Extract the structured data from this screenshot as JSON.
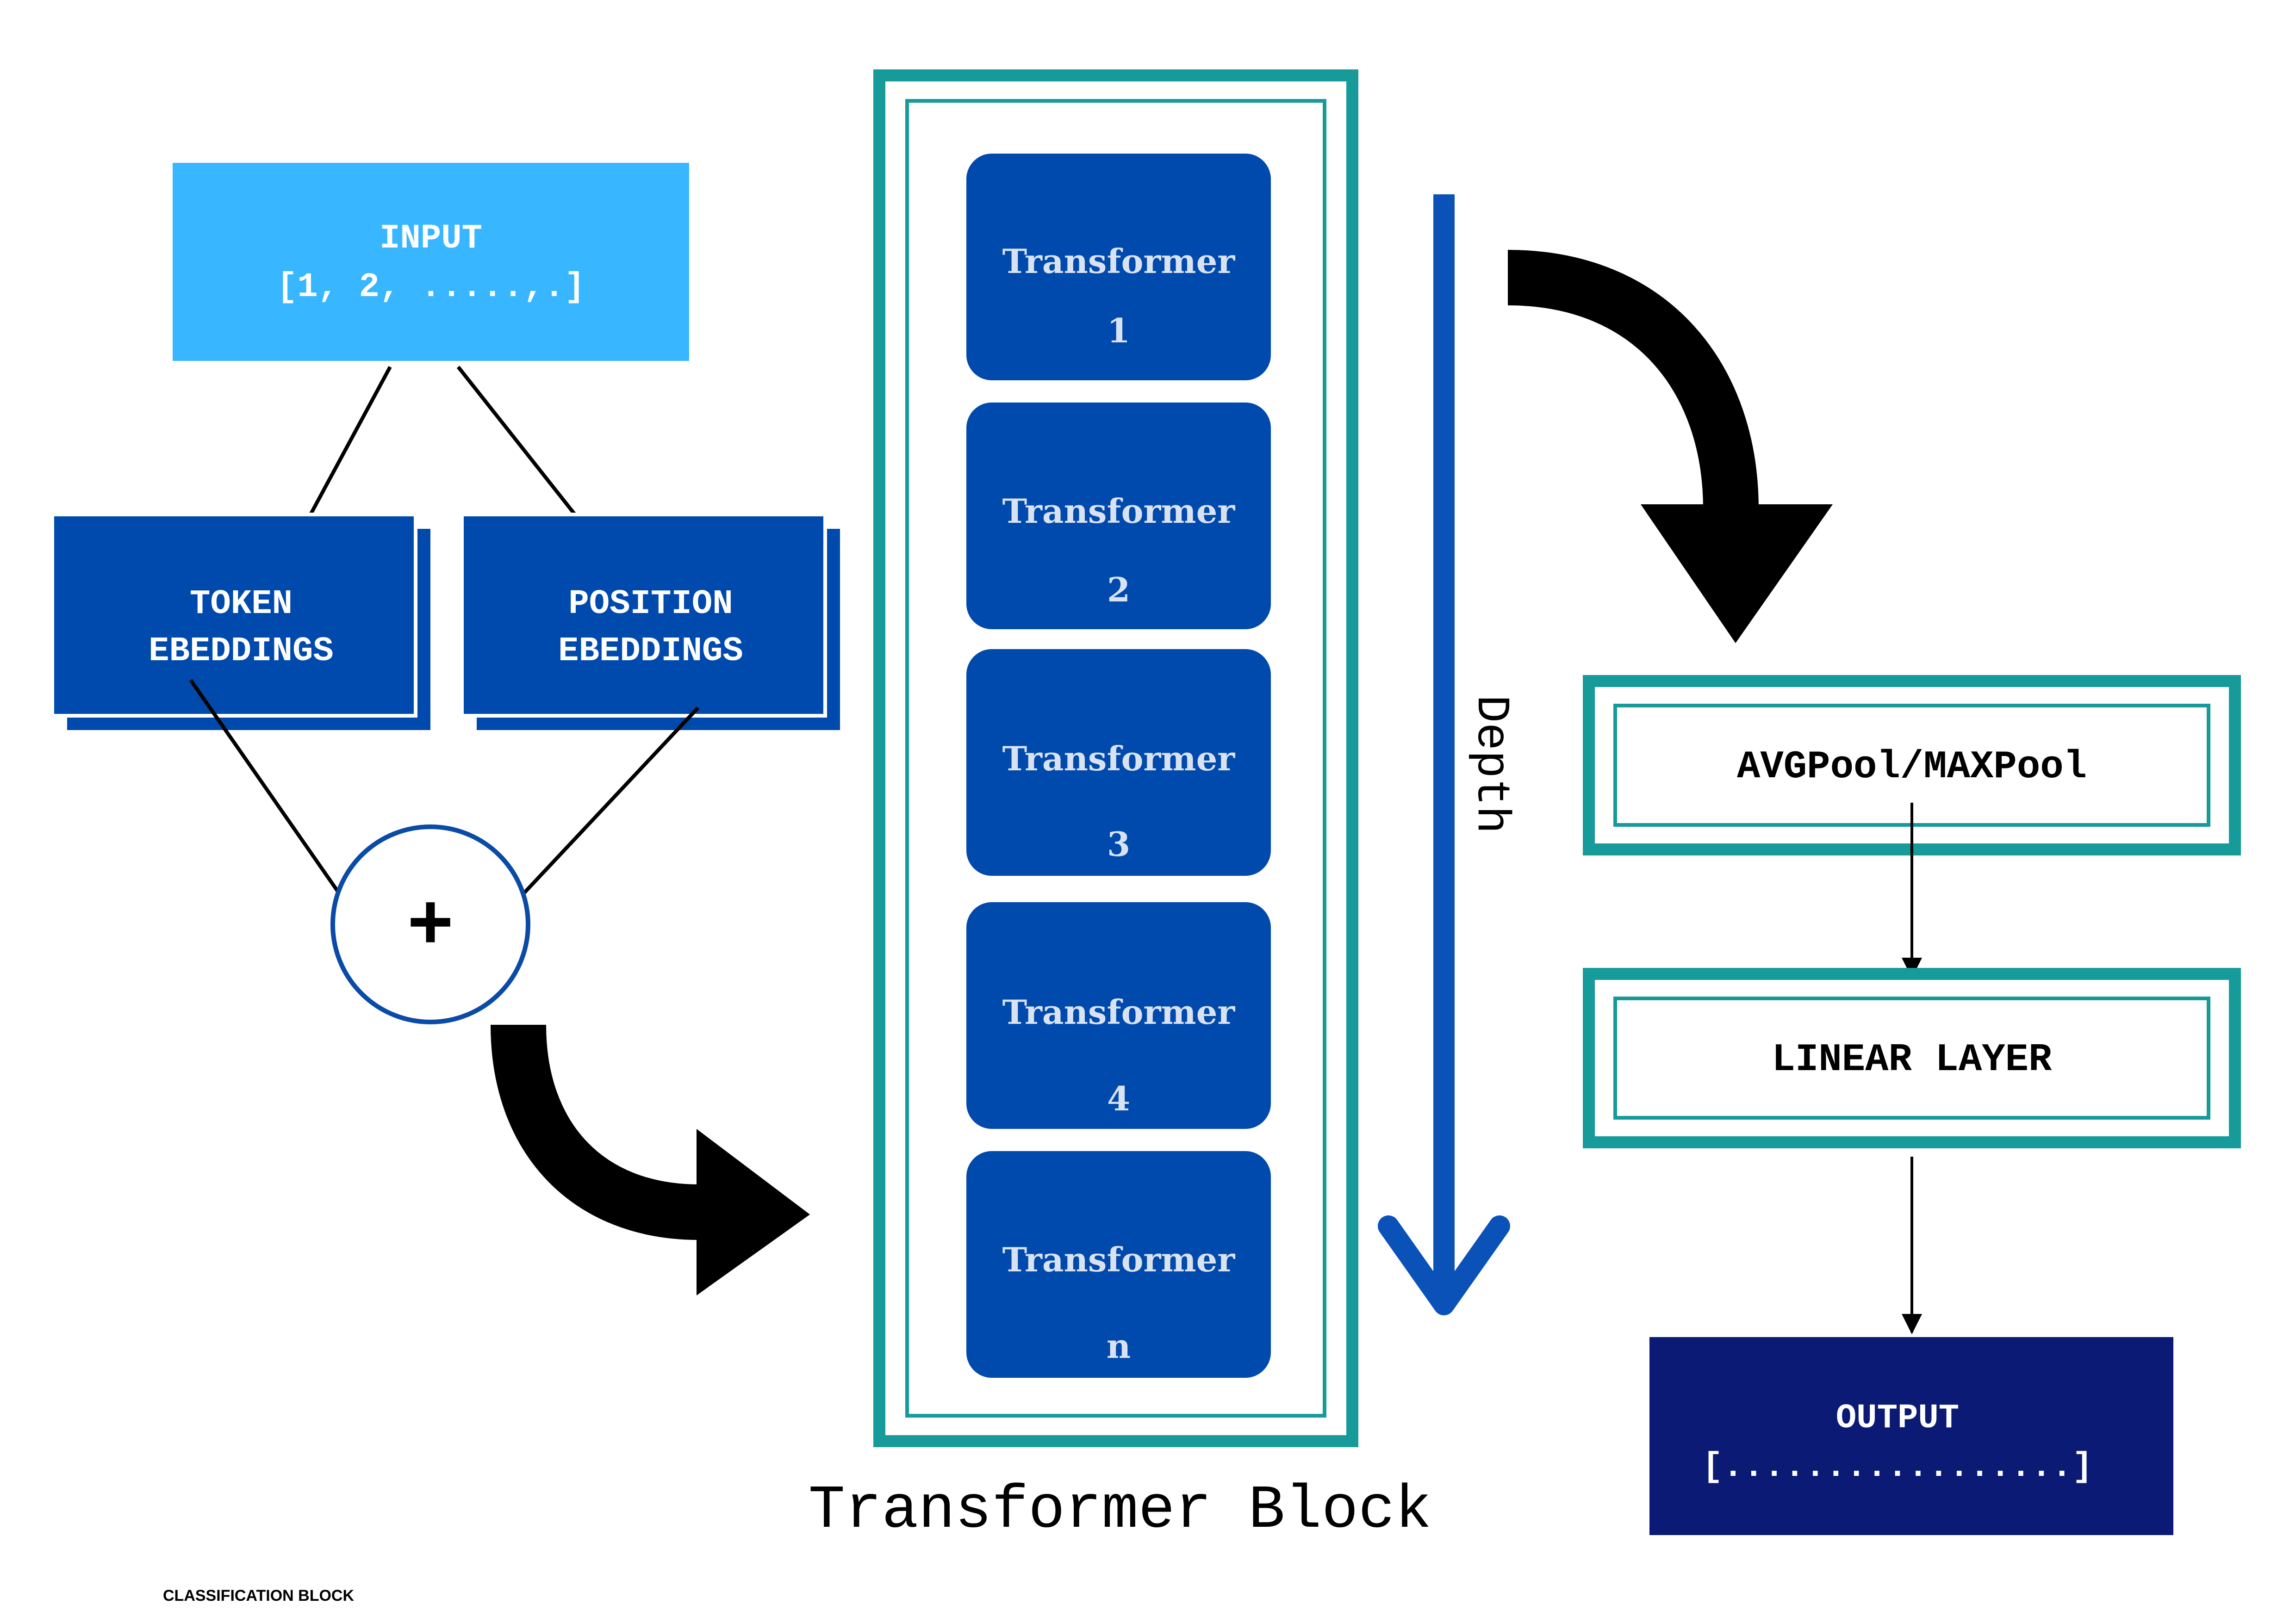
{
  "colors": {
    "input_fill": "#38B6FF",
    "embedding_fill": "#004AAD",
    "transformer_fill": "#004AAD",
    "output_fill": "#0B1A75",
    "teal_border": "#179A9A",
    "depth_arrow": "#0A52B8",
    "circle_stroke": "#0A4BA8",
    "text_light": "#FFFFFF",
    "text_transformer": "#D9E2F0",
    "arrow_black": "#000000"
  },
  "input": {
    "title": "INPUT",
    "value": "[1, 2, .....,.]"
  },
  "embeddings": {
    "token": {
      "line1": "TOKEN",
      "line2": "EBEDDINGS"
    },
    "position": {
      "line1": "POSITION",
      "line2": "EBEDDINGS"
    }
  },
  "sum_node": {
    "symbol": "+"
  },
  "transformer_block": {
    "caption": "Transformer Block",
    "layers": [
      {
        "name": "Transformer",
        "index": "1"
      },
      {
        "name": "Transformer",
        "index": "2"
      },
      {
        "name": "Transformer",
        "index": "3"
      },
      {
        "name": "Transformer",
        "index": "4"
      },
      {
        "name": "Transformer",
        "index": "n"
      }
    ]
  },
  "depth_label": "Depth",
  "pooling": {
    "label": "AVGPool/MAXPool"
  },
  "linear": {
    "label": "LINEAR LAYER"
  },
  "output": {
    "title": "OUTPUT",
    "value": "[.................]"
  },
  "footer_label": "CLASSIFICATION BLOCK"
}
